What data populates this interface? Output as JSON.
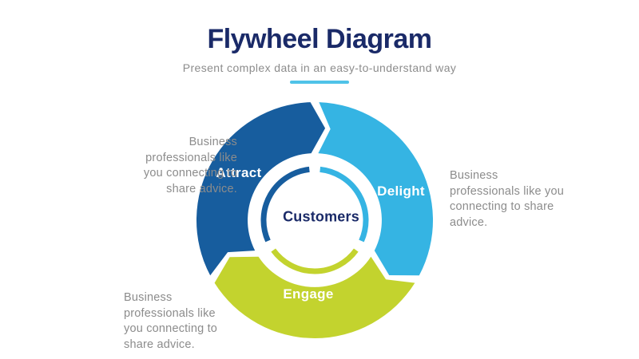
{
  "page": {
    "background_color": "#ffffff"
  },
  "header": {
    "title": "Flywheel Diagram",
    "subtitle": "Present complex data in an easy-to-understand way",
    "title_color": "#1a2a68",
    "subtitle_color": "#8c8c8c",
    "accent_color": "#4fc3e8"
  },
  "diagram": {
    "type": "flywheel",
    "center_label": "Customers",
    "center_label_color": "#1a2a68",
    "segments": [
      {
        "id": "attract",
        "label": "Attract",
        "color": "#175d9e",
        "start_angle": 150,
        "description": "Business\nprofessionals like\nyou connecting to\nshare advice."
      },
      {
        "id": "delight",
        "label": "Delight",
        "color": "#35b4e3",
        "start_angle": -90,
        "description": "Business\nprofessionals like you\nconnecting to share\nadvice."
      },
      {
        "id": "engage",
        "label": "Engage",
        "color": "#c3d32e",
        "start_angle": 30,
        "description": "Business\nprofessionals like\nyou connecting to\nshare advice."
      }
    ]
  }
}
